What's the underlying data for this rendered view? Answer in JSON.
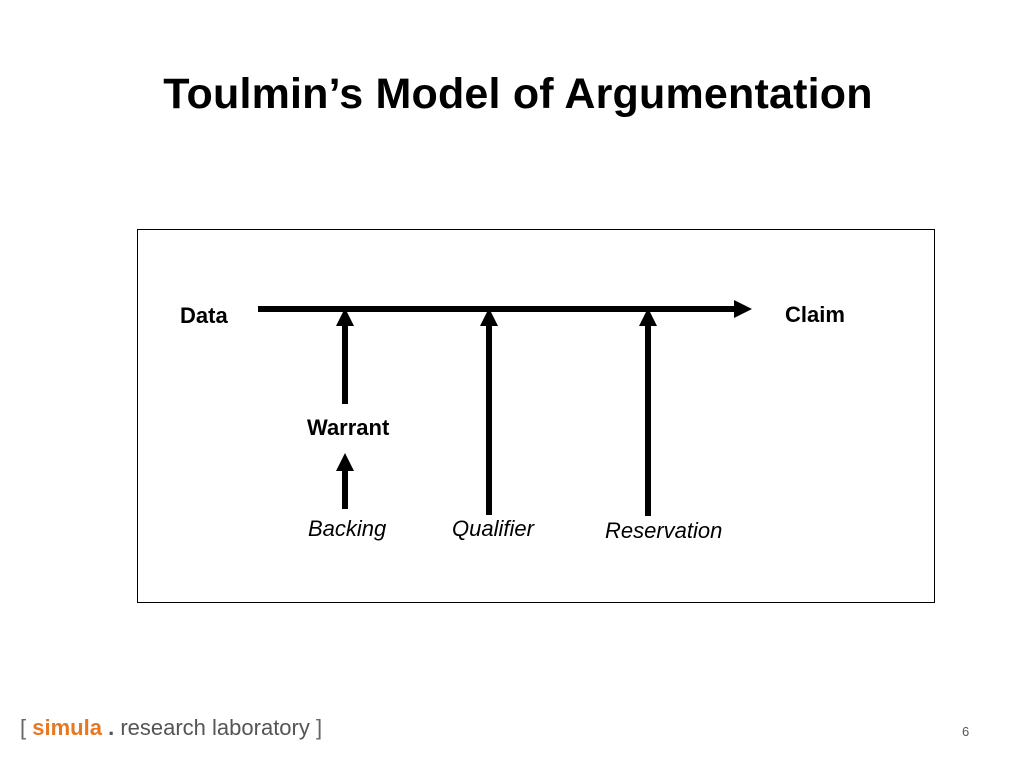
{
  "slide": {
    "title": "Toulmin’s Model of Argumentation",
    "page_number": "6"
  },
  "diagram": {
    "nodes": {
      "data": "Data",
      "claim": "Claim",
      "warrant": "Warrant",
      "backing": "Backing",
      "qualifier": "Qualifier",
      "reservation": "Reservation"
    },
    "edges": [
      {
        "from": "data",
        "to": "claim"
      },
      {
        "from": "warrant",
        "to": "data-claim-link"
      },
      {
        "from": "backing",
        "to": "warrant"
      },
      {
        "from": "qualifier",
        "to": "data-claim-link"
      },
      {
        "from": "reservation",
        "to": "data-claim-link"
      }
    ]
  },
  "footer": {
    "logo": {
      "open_bracket": "[",
      "brand": "simula",
      "dot": ".",
      "rest": "research laboratory",
      "close_bracket": "]",
      "brand_color": "#e87722"
    }
  }
}
